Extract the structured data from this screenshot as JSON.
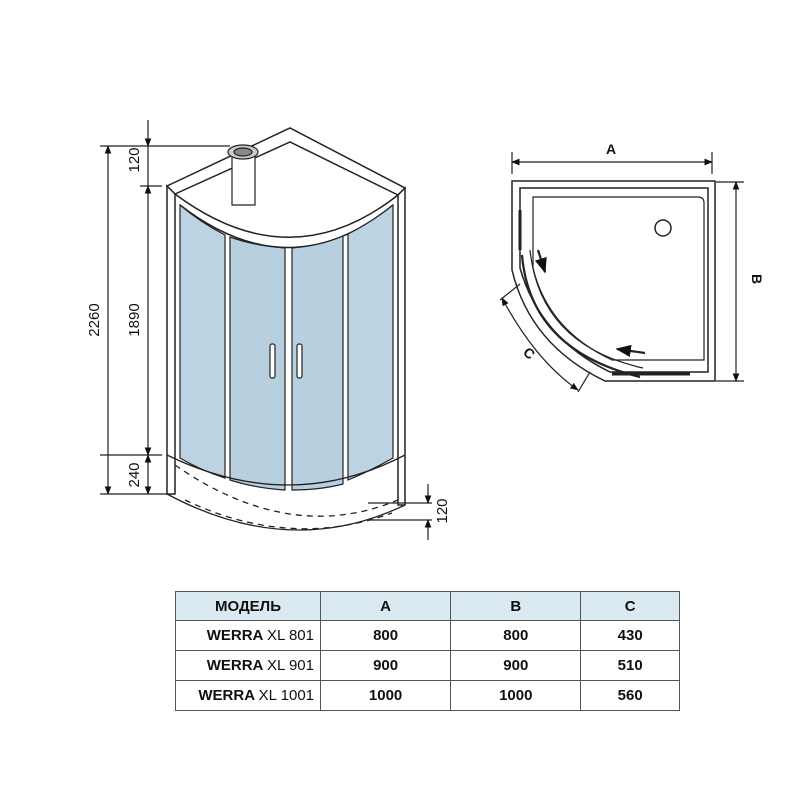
{
  "front_view": {
    "dim_total_height": "2260",
    "dim_top": "120",
    "dim_door": "1890",
    "dim_base": "240",
    "dim_tray": "120"
  },
  "top_view": {
    "label_a": "A",
    "label_b": "B",
    "label_c": "C"
  },
  "table": {
    "headers": [
      "МОДЕЛЬ",
      "A",
      "B",
      "C"
    ],
    "rows": [
      {
        "model_name": "WERRA",
        "model_num": "XL 801",
        "a": "800",
        "b": "800",
        "c": "430"
      },
      {
        "model_name": "WERRA",
        "model_num": "XL 901",
        "a": "900",
        "b": "900",
        "c": "510"
      },
      {
        "model_name": "WERRA",
        "model_num": "XL 1001",
        "a": "1000",
        "b": "1000",
        "c": "560"
      }
    ]
  },
  "colors": {
    "glass": "#bcd3e3",
    "line": "#222222",
    "header_bg": "#dbe9f1"
  }
}
